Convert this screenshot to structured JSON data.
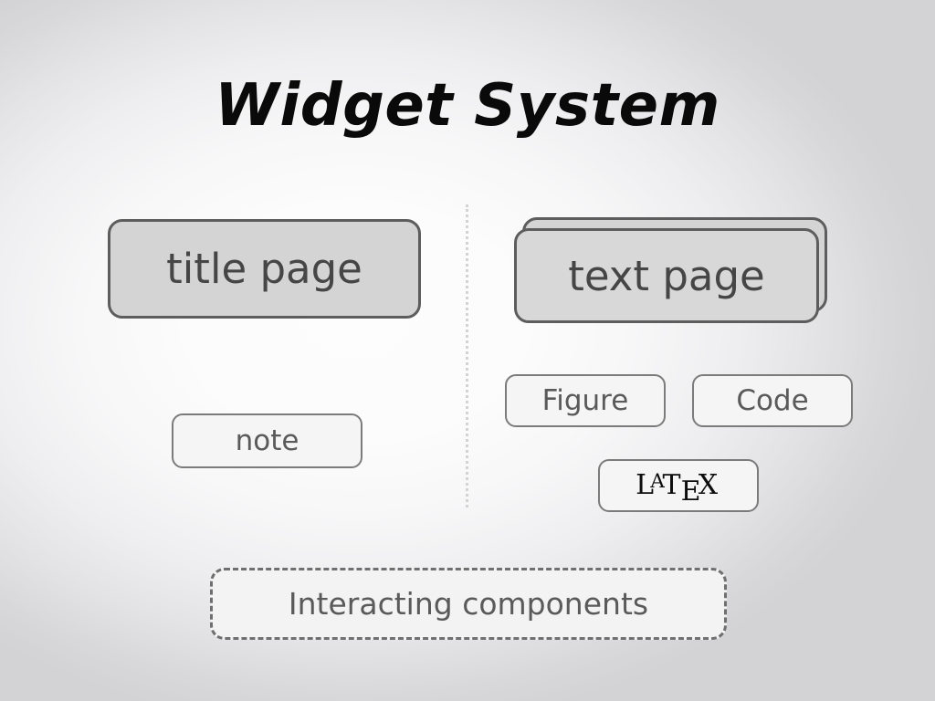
{
  "slide": {
    "title": "Widget System",
    "background": {
      "center_color": "#fdfdfd",
      "edge_color": "#d3d3d6"
    }
  },
  "divider": {
    "name": "vertical-dotted-divider",
    "style": "dotted",
    "color": "#d3d3d5"
  },
  "left_column": {
    "page_box": {
      "label": "title page",
      "fill": "#d4d4d4",
      "border": "#5d5d5d",
      "text_color": "#464646"
    },
    "components": [
      {
        "label": "note",
        "fill": "#f5f5f5",
        "border": "#7b7b7b",
        "text_color": "#5a5a5a"
      }
    ]
  },
  "right_column": {
    "page_stack": {
      "label": "text page",
      "sheets": 2,
      "fill": "#d4d4d4",
      "border": "#5d5d5d",
      "text_color": "#464646"
    },
    "components": [
      {
        "label": "Figure",
        "fill": "#f5f5f5",
        "border": "#7b7b7b",
        "text_color": "#5a5a5a"
      },
      {
        "label": "Code",
        "fill": "#f5f5f5",
        "border": "#7b7b7b",
        "text_color": "#5a5a5a"
      },
      {
        "label": "LaTeX",
        "logo_parts": {
          "l": "L",
          "a": "A",
          "t": "T",
          "e": "E",
          "x": "X"
        },
        "fill": "#f5f5f5",
        "border": "#7b7b7b",
        "text_color": "#0d0d0d"
      }
    ]
  },
  "footer": {
    "group_box": {
      "label": "Interacting components",
      "border_style": "dashed",
      "fill": "#f3f3f3",
      "border": "#6f6f6f",
      "text_color": "#5a5a5a"
    }
  }
}
